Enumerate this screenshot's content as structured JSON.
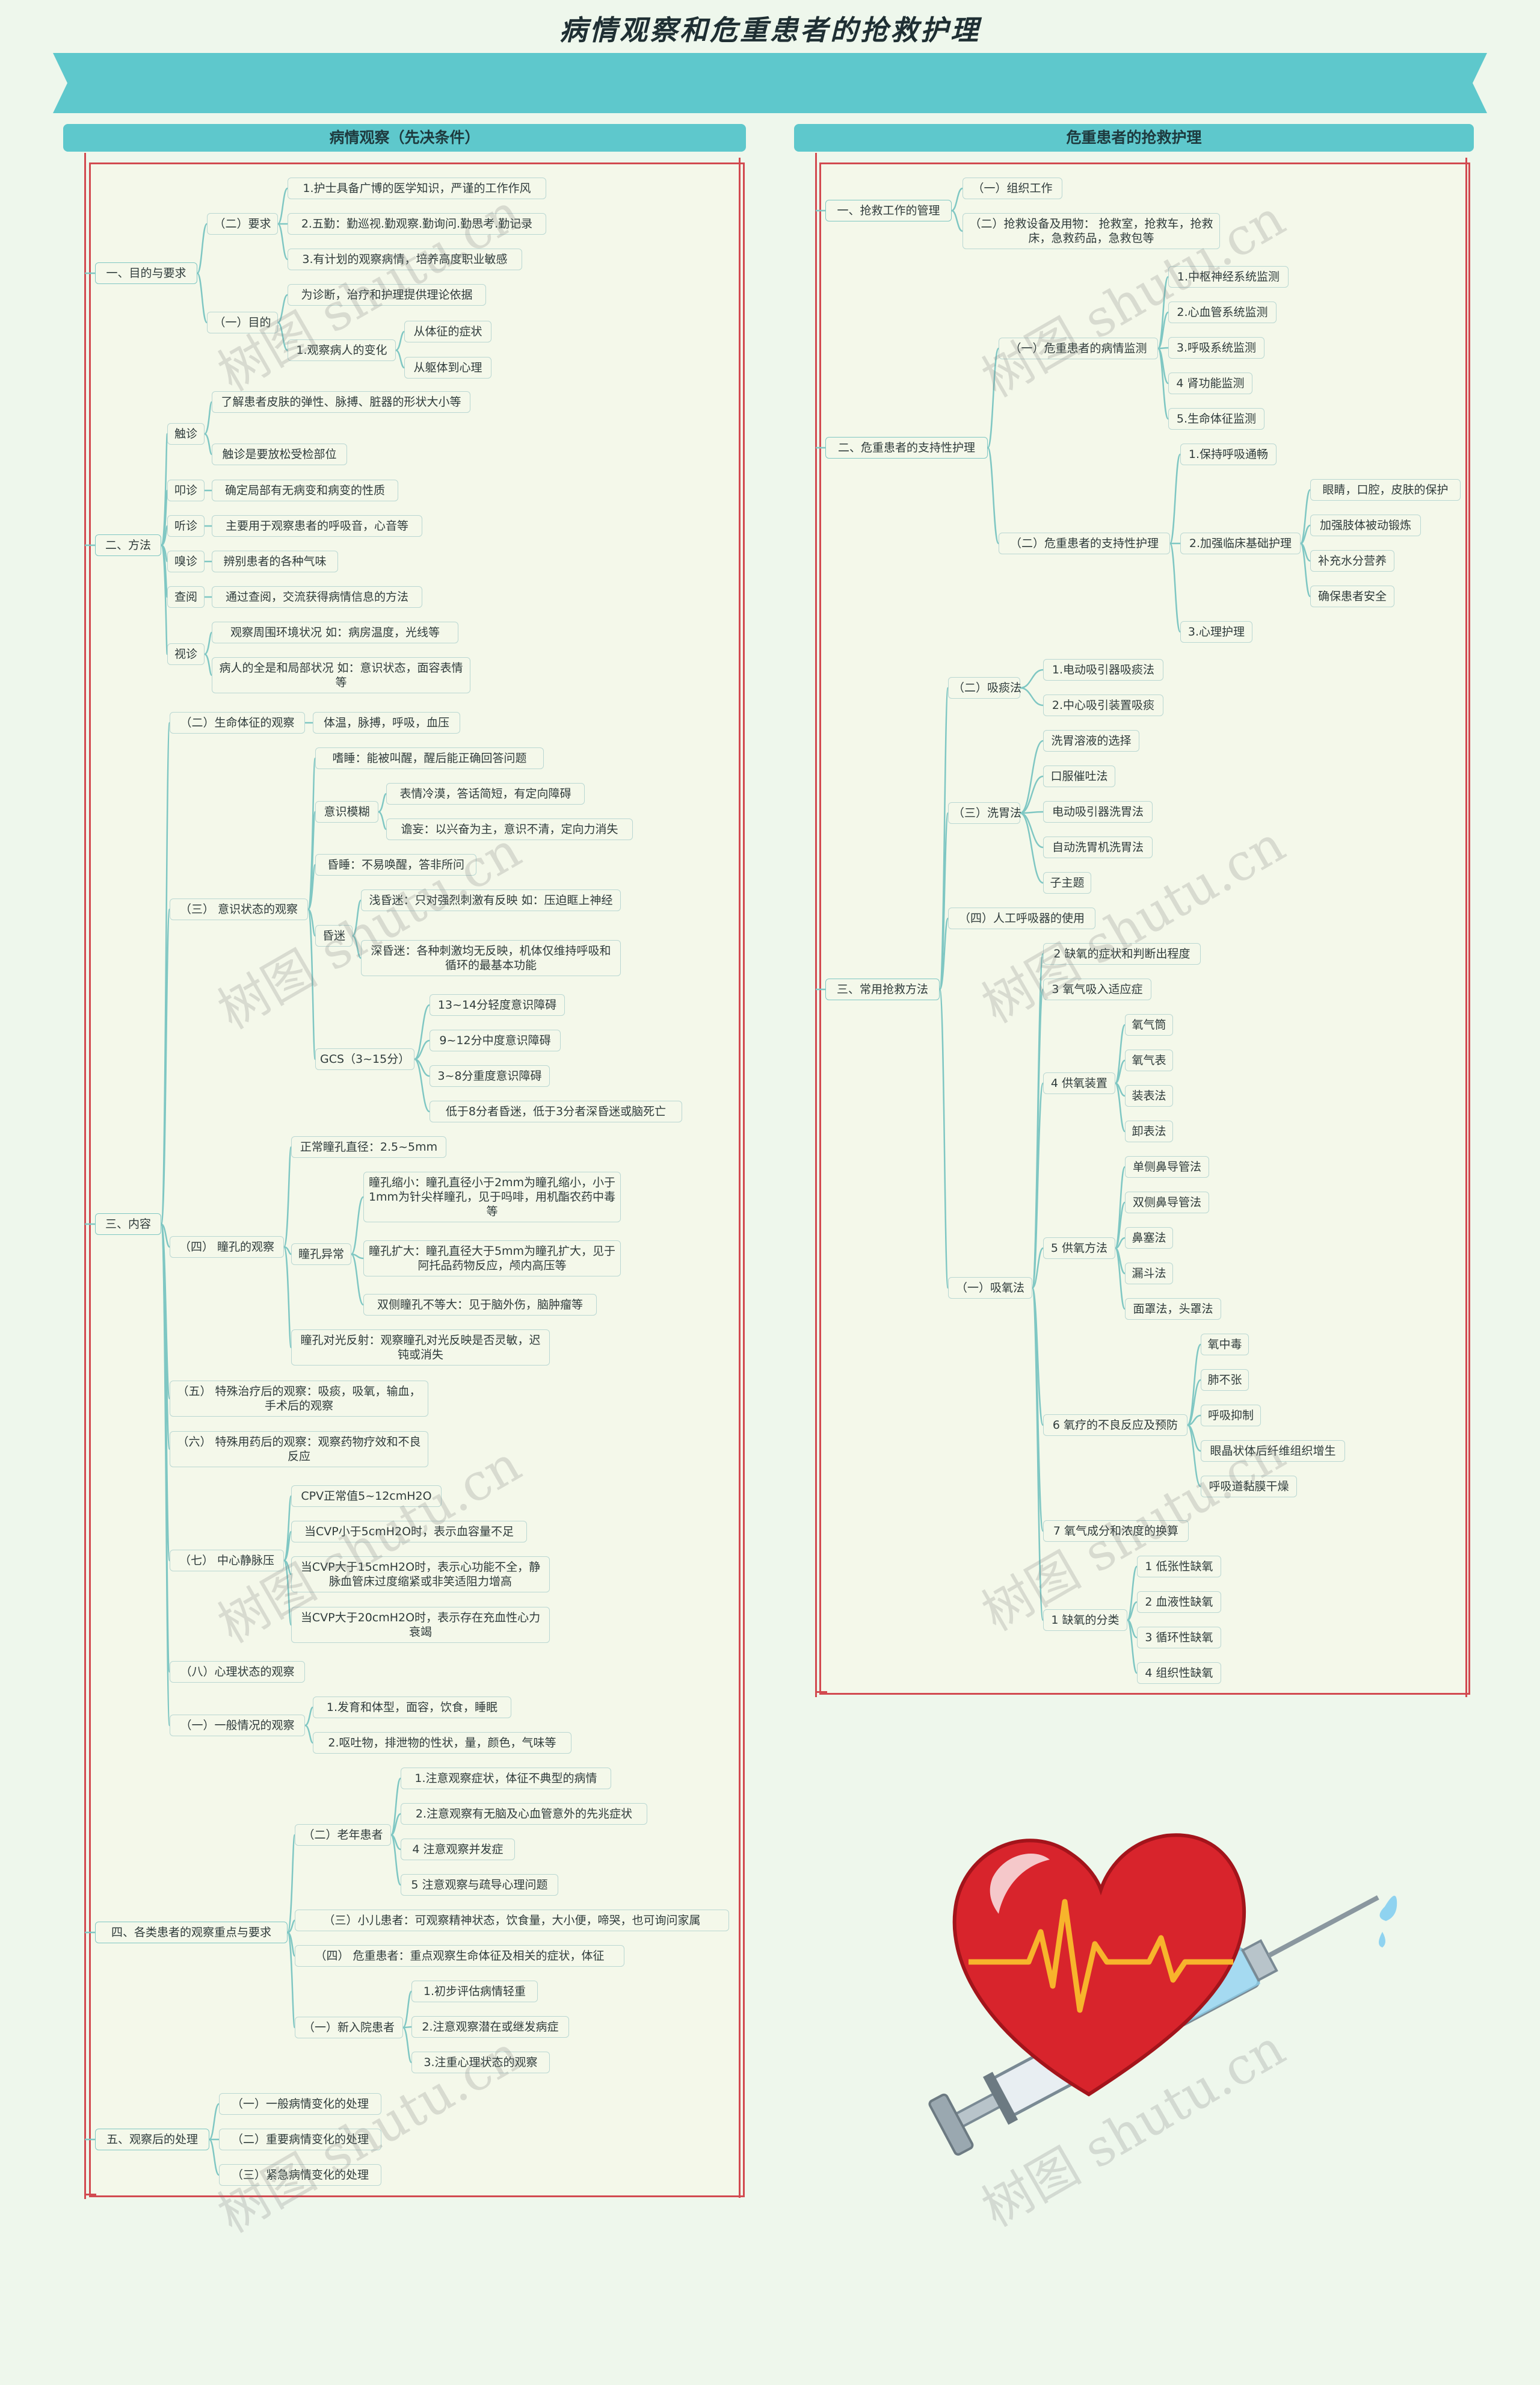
{
  "title": "病情观察和危重患者的抢救护理",
  "left_header": "病情观察（先决条件）",
  "right_header": "危重患者的抢救护理",
  "watermark": "树图 shutu.cn",
  "colors": {
    "banner": "#5ec8cc",
    "panel_border": "#d24a50",
    "connector": "#7fc7c3",
    "background": "#eef7ec"
  },
  "left_nodes": {
    "l1": "一、目的与要求",
    "l1_2": "（二）要求",
    "l1_2_1": "1.护士具备广博的医学知识，严谨的工作作风",
    "l1_2_2": "2.五勤：勤巡视.勤观察.勤询问.勤思考.勤记录",
    "l1_2_3": "3.有计划的观察病情，培养高度职业敏感",
    "l1_1": "（一）目的",
    "l1_1_1": "为诊断，治疗和护理提供理论依据",
    "l1_1_2": "1.观察病人的变化",
    "l1_1_2_1": "从体征的症状",
    "l1_1_2_2": "从躯体到心理",
    "l2": "二、方法",
    "l2_a": "触诊",
    "l2_a1": "了解患者皮肤的弹性、脉搏、脏器的形状大小等",
    "l2_a2": "触诊是要放松受检部位",
    "l2_b": "叩诊",
    "l2_b1": "确定局部有无病变和病变的性质",
    "l2_c": "听诊",
    "l2_c1": "主要用于观察患者的呼吸音，心音等",
    "l2_d": "嗅诊",
    "l2_d1": "辨别患者的各种气味",
    "l2_e": "查阅",
    "l2_e1": "通过查阅，交流获得病情信息的方法",
    "l2_f": "视诊",
    "l2_f1": "观察周围环境状况  如：病房温度，光线等",
    "l2_f2": "病人的全是和局部状况  如：意识状态，面容表情等",
    "l3": "三、内容",
    "l3_2": "（二）生命体征的观察",
    "l3_2_1": "体温，脉搏，呼吸，血压",
    "l3_3": "（三）  意识状态的观察",
    "l3_3_1": "嗜睡：能被叫醒，醒后能正确回答问题",
    "l3_3_2": "意识模糊",
    "l3_3_2a": "表情冷漠，答话简短，有定向障碍",
    "l3_3_2b": "谵妄：以兴奋为主，意识不清，定向力消失",
    "l3_3_3": "昏睡：不易唤醒，答非所问",
    "l3_3_4": "昏迷",
    "l3_3_4a": "浅昏迷：只对强烈刺激有反映  如：压迫眶上神经",
    "l3_3_4b": "深昏迷：各种刺激均无反映，机体仅维持呼吸和循环的最基本功能",
    "l3_3_5": "GCS（3~15分）",
    "l3_3_5a": "13~14分轻度意识障碍",
    "l3_3_5b": "9~12分中度意识障碍",
    "l3_3_5c": "3~8分重度意识障碍",
    "l3_3_5d": "低于8分者昏迷，低于3分者深昏迷或脑死亡",
    "l3_4": "（四）  瞳孔的观察",
    "l3_4_1": "正常瞳孔直径：2.5~5mm",
    "l3_4_2": "瞳孔异常",
    "l3_4_2a": "瞳孔缩小：瞳孔直径小于2mm为瞳孔缩小，小于1mm为针尖样瞳孔，见于吗啡，用机酯农药中毒等",
    "l3_4_2b": "瞳孔扩大：瞳孔直径大于5mm为瞳孔扩大，见于阿托品药物反应，颅内高压等",
    "l3_4_2c": "双侧瞳孔不等大：见于脑外伤，脑肿瘤等",
    "l3_4_3": "瞳孔对光反射：观察瞳孔对光反映是否灵敏，迟钝或消失",
    "l3_5": "（五）  特殊治疗后的观察：吸痰，吸氧，输血，手术后的观察",
    "l3_6": "（六）  特殊用药后的观察：观察药物疗效和不良反应",
    "l3_7": "（七）  中心静脉压",
    "l3_7_1": "CPV正常值5~12cmH2O",
    "l3_7_2": "当CVP小于5cmH2O时，表示血容量不足",
    "l3_7_3": "当CVP大于15cmH2O时，表示心功能不全，静脉血管床过度缩紧或非笑适阻力增高",
    "l3_7_4": "当CVP大于20cmH2O时，表示存在充血性心力衰竭",
    "l3_8": "（八）心理状态的观察",
    "l3_1": "（一）一般情况的观察",
    "l3_1_1": "1.发育和体型，面容，饮食，睡眠",
    "l3_1_2": "2.呕吐物，排泄物的性状，量，颜色，气味等",
    "l4": "四、各类患者的观察重点与要求",
    "l4_2": "（二）老年患者",
    "l4_2_1": "1.注意观察症状，体征不典型的病情",
    "l4_2_2": "2.注意观察有无脑及心血管意外的先兆症状",
    "l4_2_3": "4 注意观察并发症",
    "l4_2_4": "5 注意观察与疏导心理问题",
    "l4_3": "（三）小儿患者：可观察精神状态，饮食量，大小便，啼哭，也可询问家属",
    "l4_4": "（四）  危重患者：重点观察生命体征及相关的症状，体征",
    "l4_1": "（一）新入院患者",
    "l4_1_1": "1.初步评估病情轻重",
    "l4_1_2": "2.注意观察潜在或继发病症",
    "l4_1_3": "3.注重心理状态的观察",
    "l5": "五、观察后的处理",
    "l5_1": "（一）一般病情变化的处理",
    "l5_2": "（二）重要病情变化的处理",
    "l5_3": "（三）紧急病情变化的处理"
  },
  "right_nodes": {
    "r1": "一、抢救工作的管理",
    "r1_1": "（一）组织工作",
    "r1_2": "（二）抢救设备及用物：  抢救室，抢救车，抢救床，急救药品，急救包等",
    "r2": "二、危重患者的支持性护理",
    "r2_1": "（一）危重患者的病情监测",
    "r2_1_1": "1.中枢神经系统监测",
    "r2_1_2": "2.心血管系统监测",
    "r2_1_3": "3.呼吸系统监测",
    "r2_1_4": "4 肾功能监测",
    "r2_1_5": "5.生命体征监测",
    "r2_2": "（二）危重患者的支持性护理",
    "r2_2_1": "1.保持呼吸通畅",
    "r2_2_2": "2.加强临床基础护理",
    "r2_2_2a": "眼睛，口腔，皮肤的保护",
    "r2_2_2b": "加强肢体被动锻炼",
    "r2_2_2c": "补充水分营养",
    "r2_2_2d": "确保患者安全",
    "r2_2_3": "3.心理护理",
    "r3": "三、常用抢救方法",
    "r3_2": "（二）吸痰法",
    "r3_2_1": "1.电动吸引器吸痰法",
    "r3_2_2": "2.中心吸引装置吸痰",
    "r3_3": "（三）洗胃法",
    "r3_3_1": "洗胃溶液的选择",
    "r3_3_2": "口服催吐法",
    "r3_3_3": "电动吸引器洗胃法",
    "r3_3_4": "自动洗胃机洗胃法",
    "r3_3_5": "子主题",
    "r3_4": "（四）人工呼吸器的使用",
    "r3_1": "（一）吸氧法",
    "r3_1_1": "2 缺氧的症状和判断出程度",
    "r3_1_2": "3 氧气吸入适应症",
    "r3_1_3": "4 供氧装置",
    "r3_1_3a": "氧气筒",
    "r3_1_3b": "氧气表",
    "r3_1_3c": "装表法",
    "r3_1_3d": "卸表法",
    "r3_1_4": "5 供氧方法",
    "r3_1_4a": "单侧鼻导管法",
    "r3_1_4b": "双侧鼻导管法",
    "r3_1_4c": "鼻塞法",
    "r3_1_4d": "漏斗法",
    "r3_1_4e": "面罩法，头罩法",
    "r3_1_5": "6 氧疗的不良反应及预防",
    "r3_1_5a": "氧中毒",
    "r3_1_5b": "肺不张",
    "r3_1_5c": "呼吸抑制",
    "r3_1_5d": "眼晶状体后纤维组织增生",
    "r3_1_5e": "呼吸道黏膜干燥",
    "r3_1_6": "7 氧气成分和浓度的换算",
    "r3_1_7": "1 缺氧的分类",
    "r3_1_7a": "1 低张性缺氧",
    "r3_1_7b": "2 血液性缺氧",
    "r3_1_7c": "3 循环性缺氧",
    "r3_1_7d": "4 组织性缺氧"
  }
}
